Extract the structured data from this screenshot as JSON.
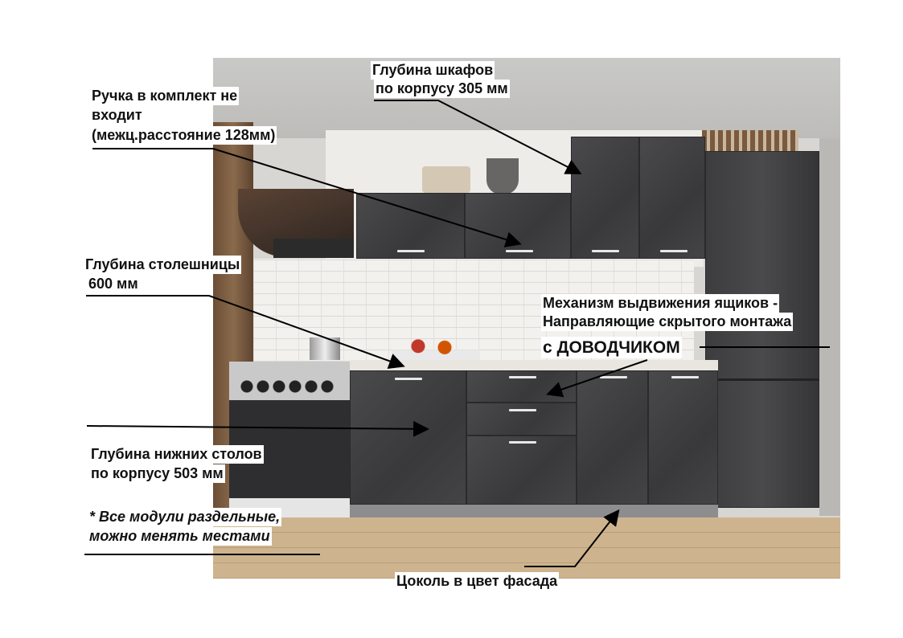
{
  "annotations": {
    "upper_depth": {
      "line1": "Глубина шкафов",
      "line2": "по корпусу 305 мм"
    },
    "handle": {
      "line1": "Ручка в комплект не",
      "line2": "входит",
      "line3": "(межц.расстояние 128мм)"
    },
    "countertop": {
      "line1": "Глубина столешницы",
      "line2": "600 мм"
    },
    "drawers": {
      "line1": "Механизм выдвижения ящиков -",
      "line2": "Направляющие скрытого монтажа",
      "line3": "с ДОВОДЧИКОМ"
    },
    "lower_depth": {
      "line1": "Глубина нижних столов",
      "line2": "по корпусу 503 мм"
    },
    "modules_note": {
      "line1": "* Все модули раздельные,",
      "line2": "можно менять местами"
    },
    "plinth": {
      "line1": "Цоколь в цвет фасада"
    }
  },
  "colors": {
    "facade": "#3f3f41",
    "floor": "#cdb48e",
    "countertop": "#e9e6e0"
  }
}
